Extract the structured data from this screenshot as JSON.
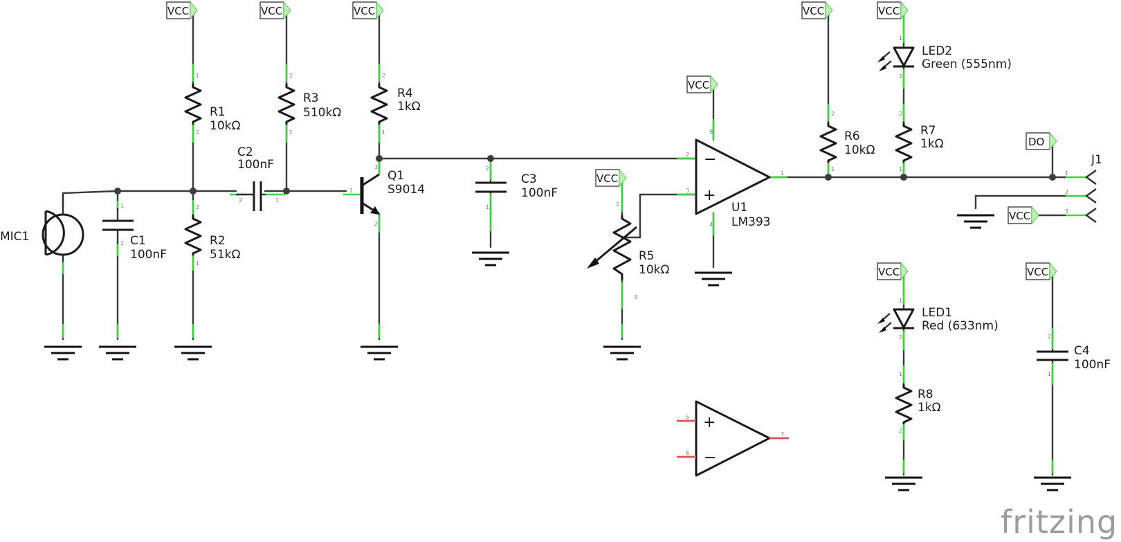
{
  "colors": {
    "wire": "#3a3a3a",
    "connected_pin": "#3ed43e",
    "unconnected_pin": "#e05050",
    "net_flag_tip": "#bff0b4",
    "watermark": "#9c9c9c"
  },
  "power_label": "VCC",
  "net_label": "DO",
  "watermark": "fritzing",
  "components": {
    "mic1": {
      "ref": "MIC1"
    },
    "c1": {
      "ref": "C1",
      "value": "100nF"
    },
    "r1": {
      "ref": "R1",
      "value": "10kΩ"
    },
    "r2": {
      "ref": "R2",
      "value": "51kΩ"
    },
    "c2": {
      "ref": "C2",
      "value": "100nF"
    },
    "r3": {
      "ref": "R3",
      "value": "510kΩ"
    },
    "r4": {
      "ref": "R4",
      "value": "1kΩ"
    },
    "q1": {
      "ref": "Q1",
      "value": "S9014"
    },
    "c3": {
      "ref": "C3",
      "value": "100nF"
    },
    "r5": {
      "ref": "R5",
      "value": "10kΩ"
    },
    "u1": {
      "ref": "U1",
      "value": "LM393"
    },
    "r6": {
      "ref": "R6",
      "value": "10kΩ"
    },
    "r7": {
      "ref": "R7",
      "value": "1kΩ"
    },
    "led2": {
      "ref": "LED2",
      "value": "Green (555nm)"
    },
    "led1": {
      "ref": "LED1",
      "value": "Red (633nm)"
    },
    "r8": {
      "ref": "R8",
      "value": "1kΩ"
    },
    "c4": {
      "ref": "C4",
      "value": "100nF"
    },
    "j1": {
      "ref": "J1"
    }
  },
  "pins": {
    "p1": "1",
    "p2": "2",
    "p3": "3",
    "p4": "4",
    "p5": "5",
    "p6": "6",
    "p7": "7",
    "p8": "8"
  },
  "opamp_signs": {
    "plus": "+",
    "minus": "−"
  }
}
